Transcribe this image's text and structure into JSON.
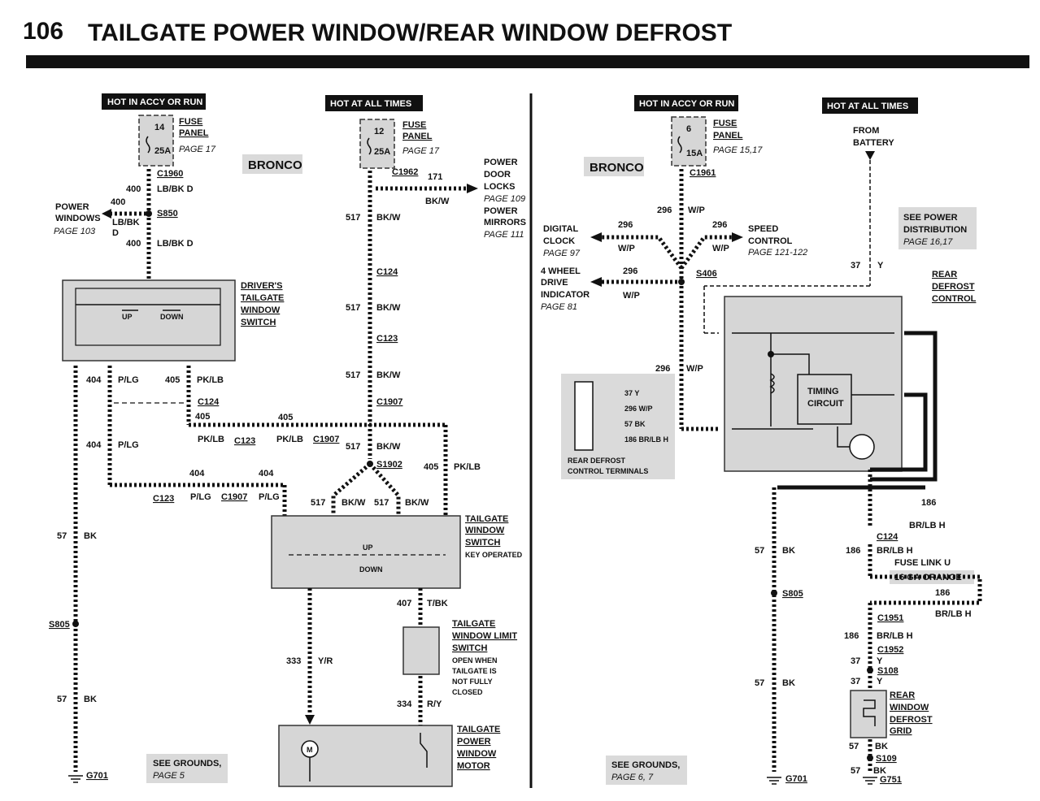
{
  "header": {
    "page_number": "106",
    "title": "TAILGATE POWER WINDOW/REAR WINDOW DEFROST"
  },
  "left": {
    "hot_accy": "HOT IN ACCY OR RUN",
    "hot_all": "HOT AT ALL TIMES",
    "fuse1": {
      "num": "14",
      "amp": "25A",
      "l1": "FUSE",
      "l2": "PANEL",
      "page": "PAGE 17"
    },
    "fuse2": {
      "num": "12",
      "amp": "25A",
      "l1": "FUSE",
      "l2": "PANEL",
      "page": "PAGE 17"
    },
    "bronco": "BRONCO",
    "c1960": "C1960",
    "c1962": "C1962",
    "w400a": "400",
    "w400a_c": "LB/BK D",
    "w400b": "400",
    "w400c": "400",
    "w400c_c": "LB/BK D",
    "lbbk": "LB/BK",
    "d": "D",
    "s850": "S850",
    "pw1": "POWER",
    "pw2": "WINDOWS",
    "pw3": "PAGE 103",
    "w171": "171",
    "w171_c": "BK/W",
    "pdl1": "POWER",
    "pdl2": "DOOR",
    "pdl3": "LOCKS",
    "pdl4": "PAGE 109",
    "pm1": "POWER",
    "pm2": "MIRRORS",
    "pm3": "PAGE 111",
    "w517a": "517",
    "w517a_c": "BK/W",
    "c124a": "C124",
    "w517b": "517",
    "w517b_c": "BK/W",
    "c123a": "C123",
    "w517c": "517",
    "w517c_c": "BK/W",
    "c1907a": "C1907",
    "dsw1": "DRIVER'S",
    "dsw2": "TAILGATE",
    "dsw3": "WINDOW",
    "dsw4": "SWITCH",
    "up": "UP",
    "down": "DOWN",
    "w404a": "404",
    "w404a_c": "P/LG",
    "w405a": "405",
    "w405a_c": "PK/LB",
    "c124b": "C124",
    "w405b": "405",
    "w405c": "405",
    "pklb1": "PK/LB",
    "c123b": "C123",
    "pklb2": "PK/LB",
    "c1907b": "C1907",
    "w517d": "517",
    "w517d_c": "BK/W",
    "s1902": "S1902",
    "w405d": "405",
    "w405d_c": "PK/LB",
    "w404b": "404",
    "w404b_c": "P/LG",
    "w404c": "404",
    "w404d": "404",
    "c123c": "C123",
    "plg1": "P/LG",
    "c1907c": "C1907",
    "plg2": "P/LG",
    "w57a": "57",
    "w57a_c": "BK",
    "s805": "S805",
    "w57b": "57",
    "w57b_c": "BK",
    "g701": "G701",
    "w517e": "517",
    "w517e_c": "BK/W",
    "w517f": "517",
    "w517f_c": "BK/W",
    "tws1": "TAILGATE",
    "tws2": "WINDOW",
    "tws3": "SWITCH",
    "tws4": "KEY OPERATED",
    "w407": "407",
    "w407_c": "T/BK",
    "lim1": "TAILGATE",
    "lim2": "WINDOW LIMIT",
    "lim3": "SWITCH",
    "lim4": "OPEN WHEN",
    "lim5": "TAILGATE IS",
    "lim6": "NOT FULLY",
    "lim7": "CLOSED",
    "w333": "333",
    "w333_c": "Y/R",
    "w334": "334",
    "w334_c": "R/Y",
    "mot1": "TAILGATE",
    "mot2": "POWER",
    "mot3": "WINDOW",
    "mot4": "MOTOR",
    "motor_m": "M",
    "gr1": "SEE GROUNDS,",
    "gr2": "PAGE 5"
  },
  "right": {
    "hot_accy": "HOT IN ACCY OR RUN",
    "hot_all": "HOT AT ALL TIMES",
    "fuse": {
      "num": "6",
      "amp": "15A",
      "l1": "FUSE",
      "l2": "PANEL",
      "page": "PAGE 15,17"
    },
    "bronco": "BRONCO",
    "c1961": "C1961",
    "from1": "FROM",
    "from2": "BATTERY",
    "w296a": "296",
    "w296a_c": "W/P",
    "w296b": "296",
    "w296b_c": "W/P",
    "w296c": "296",
    "w296c_c": "W/P",
    "w296d": "296",
    "w296d_c": "W/P",
    "w296e": "296",
    "w296e_c": "W/P",
    "dc1": "DIGITAL",
    "dc2": "CLOCK",
    "dc3": "PAGE 97",
    "sc1": "SPEED",
    "sc2": "CONTROL",
    "sc3": "PAGE 121-122",
    "wd1": "4 WHEEL",
    "wd2": "DRIVE",
    "wd3": "INDICATOR",
    "wd4": "PAGE 81",
    "s406": "S406",
    "spd1": "SEE POWER",
    "spd2": "DISTRIBUTION",
    "spd3": "PAGE 16,17",
    "w37a": "37",
    "w37a_c": "Y",
    "rdc1": "REAR",
    "rdc2": "DEFROST",
    "rdc3": "CONTROL",
    "timing1": "TIMING",
    "timing2": "CIRCUIT",
    "term1": "37 Y",
    "term2": "296 W/P",
    "term3": "57 BK",
    "term4": "186 BR/LB H",
    "term_t1": "REAR DEFROST",
    "term_t2": "CONTROL TERMINALS",
    "w186a": "186",
    "w186a_c": "BR/LB H",
    "c124": "C124",
    "w186b": "186",
    "w186b_c": "BR/LB H",
    "fl1": "FUSE LINK U",
    "fl2": "16 GA ORANGE",
    "w186c": "186",
    "w186c_c": "BR/LB H",
    "c1951": "C1951",
    "w186d": "186",
    "w186d_c": "BR/LB H",
    "c1952": "C1952",
    "w37b": "37",
    "w37b_c": "Y",
    "s108": "S108",
    "w37c": "37",
    "w37c_c": "Y",
    "grid1": "REAR",
    "grid2": "WINDOW",
    "grid3": "DEFROST",
    "grid4": "GRID",
    "w57a": "57",
    "w57a_c": "BK",
    "s109": "S109",
    "w57b": "57",
    "w57b_c": "BK",
    "g751": "G751",
    "w57c": "57",
    "w57c_c": "BK",
    "s805": "S805",
    "w57d": "57",
    "w57d_c": "BK",
    "g701": "G701",
    "gr1": "SEE GROUNDS,",
    "gr2": "PAGE 6, 7"
  }
}
